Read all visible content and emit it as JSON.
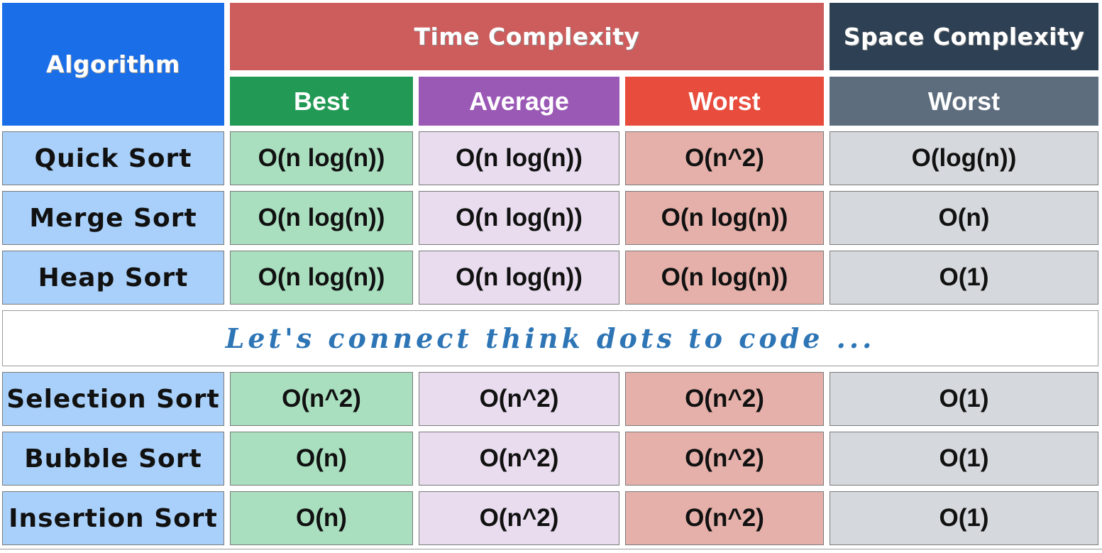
{
  "header": {
    "algorithm": "Algorithm",
    "time_complexity": "Time Complexity",
    "space_complexity": "Space Complexity",
    "best": "Best",
    "average": "Average",
    "worst": "Worst",
    "space_worst": "Worst"
  },
  "colors": {
    "algorithm_header": "#1a6fe8",
    "time_header": "#cd5c5c",
    "space_header": "#2e4053",
    "best_header": "#229954",
    "average_header": "#9b59b6",
    "worst_header": "#e74c3c",
    "space_worst_header": "#5d6d7e",
    "banner_text": "#2e75b6"
  },
  "rows_top": [
    {
      "algorithm": "Quick Sort",
      "best": "O(n log(n))",
      "average": "O(n log(n))",
      "worst": "O(n^2)",
      "space": "O(log(n))"
    },
    {
      "algorithm": "Merge Sort",
      "best": "O(n log(n))",
      "average": "O(n log(n))",
      "worst": "O(n log(n))",
      "space": "O(n)"
    },
    {
      "algorithm": "Heap Sort",
      "best": "O(n log(n))",
      "average": "O(n log(n))",
      "worst": "O(n log(n))",
      "space": "O(1)"
    }
  ],
  "banner": "Let's connect think dots to code ...",
  "rows_bottom": [
    {
      "algorithm": "Selection Sort",
      "best": "O(n^2)",
      "average": "O(n^2)",
      "worst": "O(n^2)",
      "space": "O(1)"
    },
    {
      "algorithm": "Bubble Sort",
      "best": "O(n)",
      "average": "O(n^2)",
      "worst": "O(n^2)",
      "space": "O(1)"
    },
    {
      "algorithm": "Insertion Sort",
      "best": "O(n)",
      "average": "O(n^2)",
      "worst": "O(n^2)",
      "space": "O(1)"
    }
  ]
}
